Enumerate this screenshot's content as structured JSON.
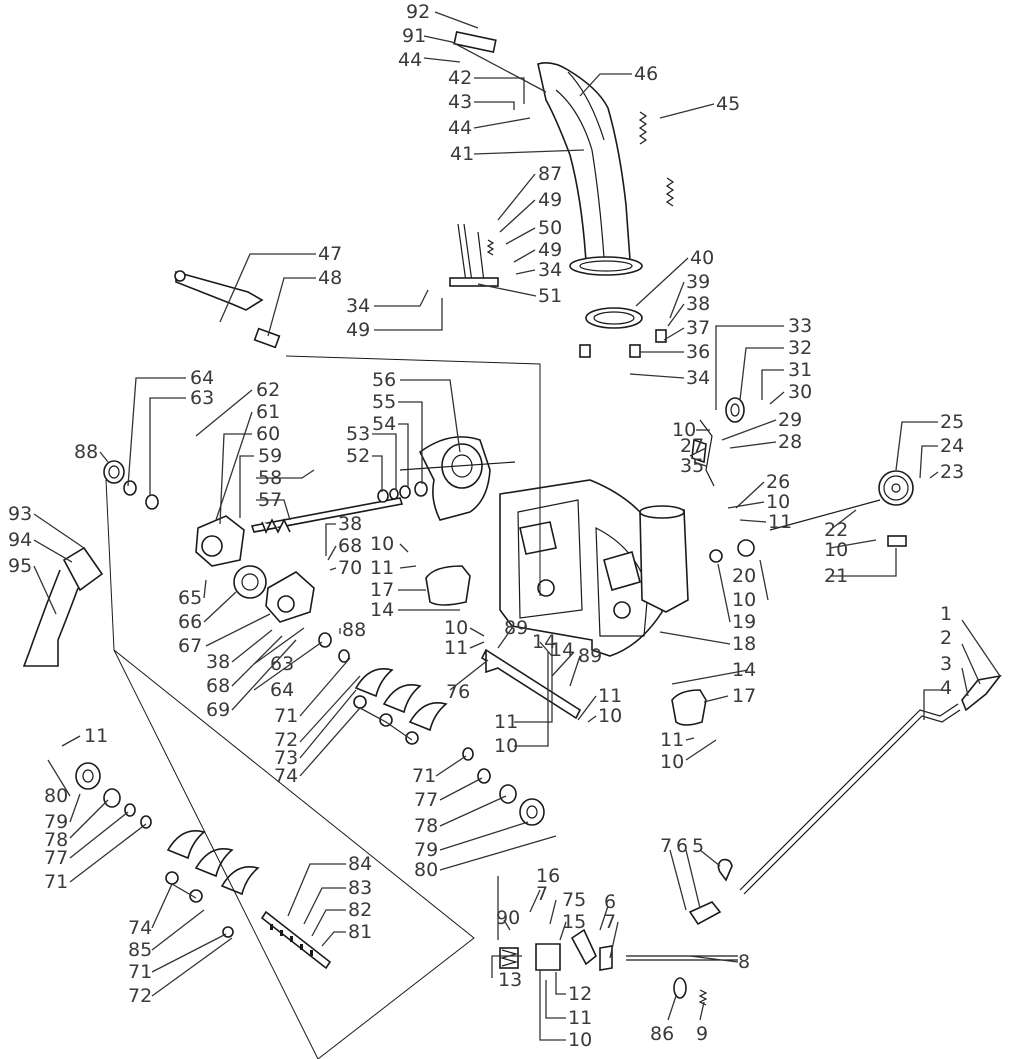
{
  "diagram": {
    "callouts": [
      "92",
      "91",
      "44",
      "42",
      "43",
      "44",
      "46",
      "45",
      "41",
      "87",
      "49",
      "50",
      "49",
      "34",
      "40",
      "39",
      "38",
      "37",
      "36",
      "34",
      "47",
      "48",
      "34",
      "49",
      "51",
      "33",
      "32",
      "31",
      "30",
      "29",
      "28",
      "27",
      "35",
      "10",
      "25",
      "24",
      "23",
      "26",
      "10",
      "11",
      "22",
      "10",
      "21",
      "20",
      "10",
      "19",
      "18",
      "64",
      "63",
      "62",
      "61",
      "60",
      "59",
      "58",
      "57",
      "56",
      "55",
      "54",
      "53",
      "52",
      "88",
      "38",
      "68",
      "70",
      "10",
      "11",
      "17",
      "14",
      "10",
      "89",
      "14",
      "14",
      "89",
      "11",
      "10",
      "11",
      "10",
      "17",
      "14",
      "11",
      "10",
      "93",
      "94",
      "95",
      "65",
      "66",
      "67",
      "38",
      "68",
      "69",
      "63",
      "64",
      "88",
      "71",
      "72",
      "73",
      "74",
      "71",
      "77",
      "78",
      "79",
      "80",
      "76",
      "11",
      "10",
      "11",
      "80",
      "79",
      "78",
      "77",
      "71",
      "74",
      "85",
      "71",
      "72",
      "84",
      "83",
      "82",
      "81",
      "1",
      "2",
      "3",
      "4",
      "7",
      "6",
      "5",
      "16",
      "7",
      "90",
      "75",
      "15",
      "6",
      "7",
      "13",
      "12",
      "11",
      "10",
      "8",
      "86",
      "9"
    ]
  }
}
